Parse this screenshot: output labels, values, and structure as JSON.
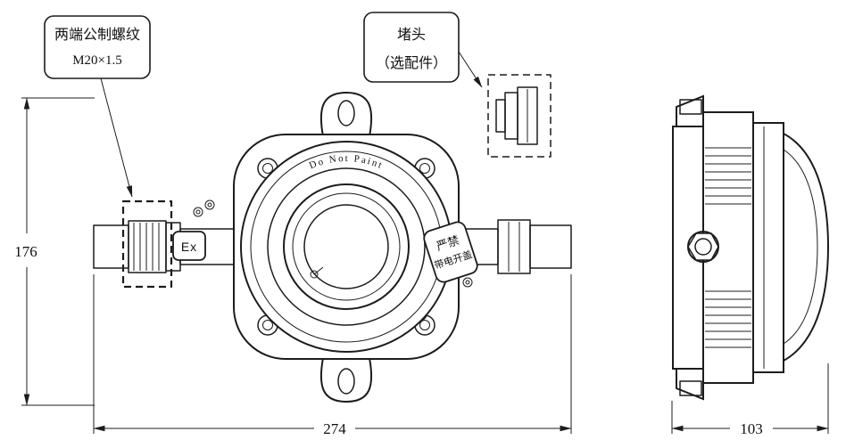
{
  "callouts": {
    "thread": {
      "line1": "两端公制螺纹",
      "line2": "M20×1.5"
    },
    "plug": {
      "line1": "堵头",
      "line2": "（选配件）"
    }
  },
  "device": {
    "do_not_paint": "Do Not Paint",
    "ex_mark": "Ex",
    "warning": {
      "line1": "严禁",
      "line2": "带电开盖"
    }
  },
  "dimensions": {
    "height": "176",
    "width": "274",
    "side_depth": "103"
  },
  "colors": {
    "line": "#1c1c1c",
    "background": "#ffffff"
  }
}
